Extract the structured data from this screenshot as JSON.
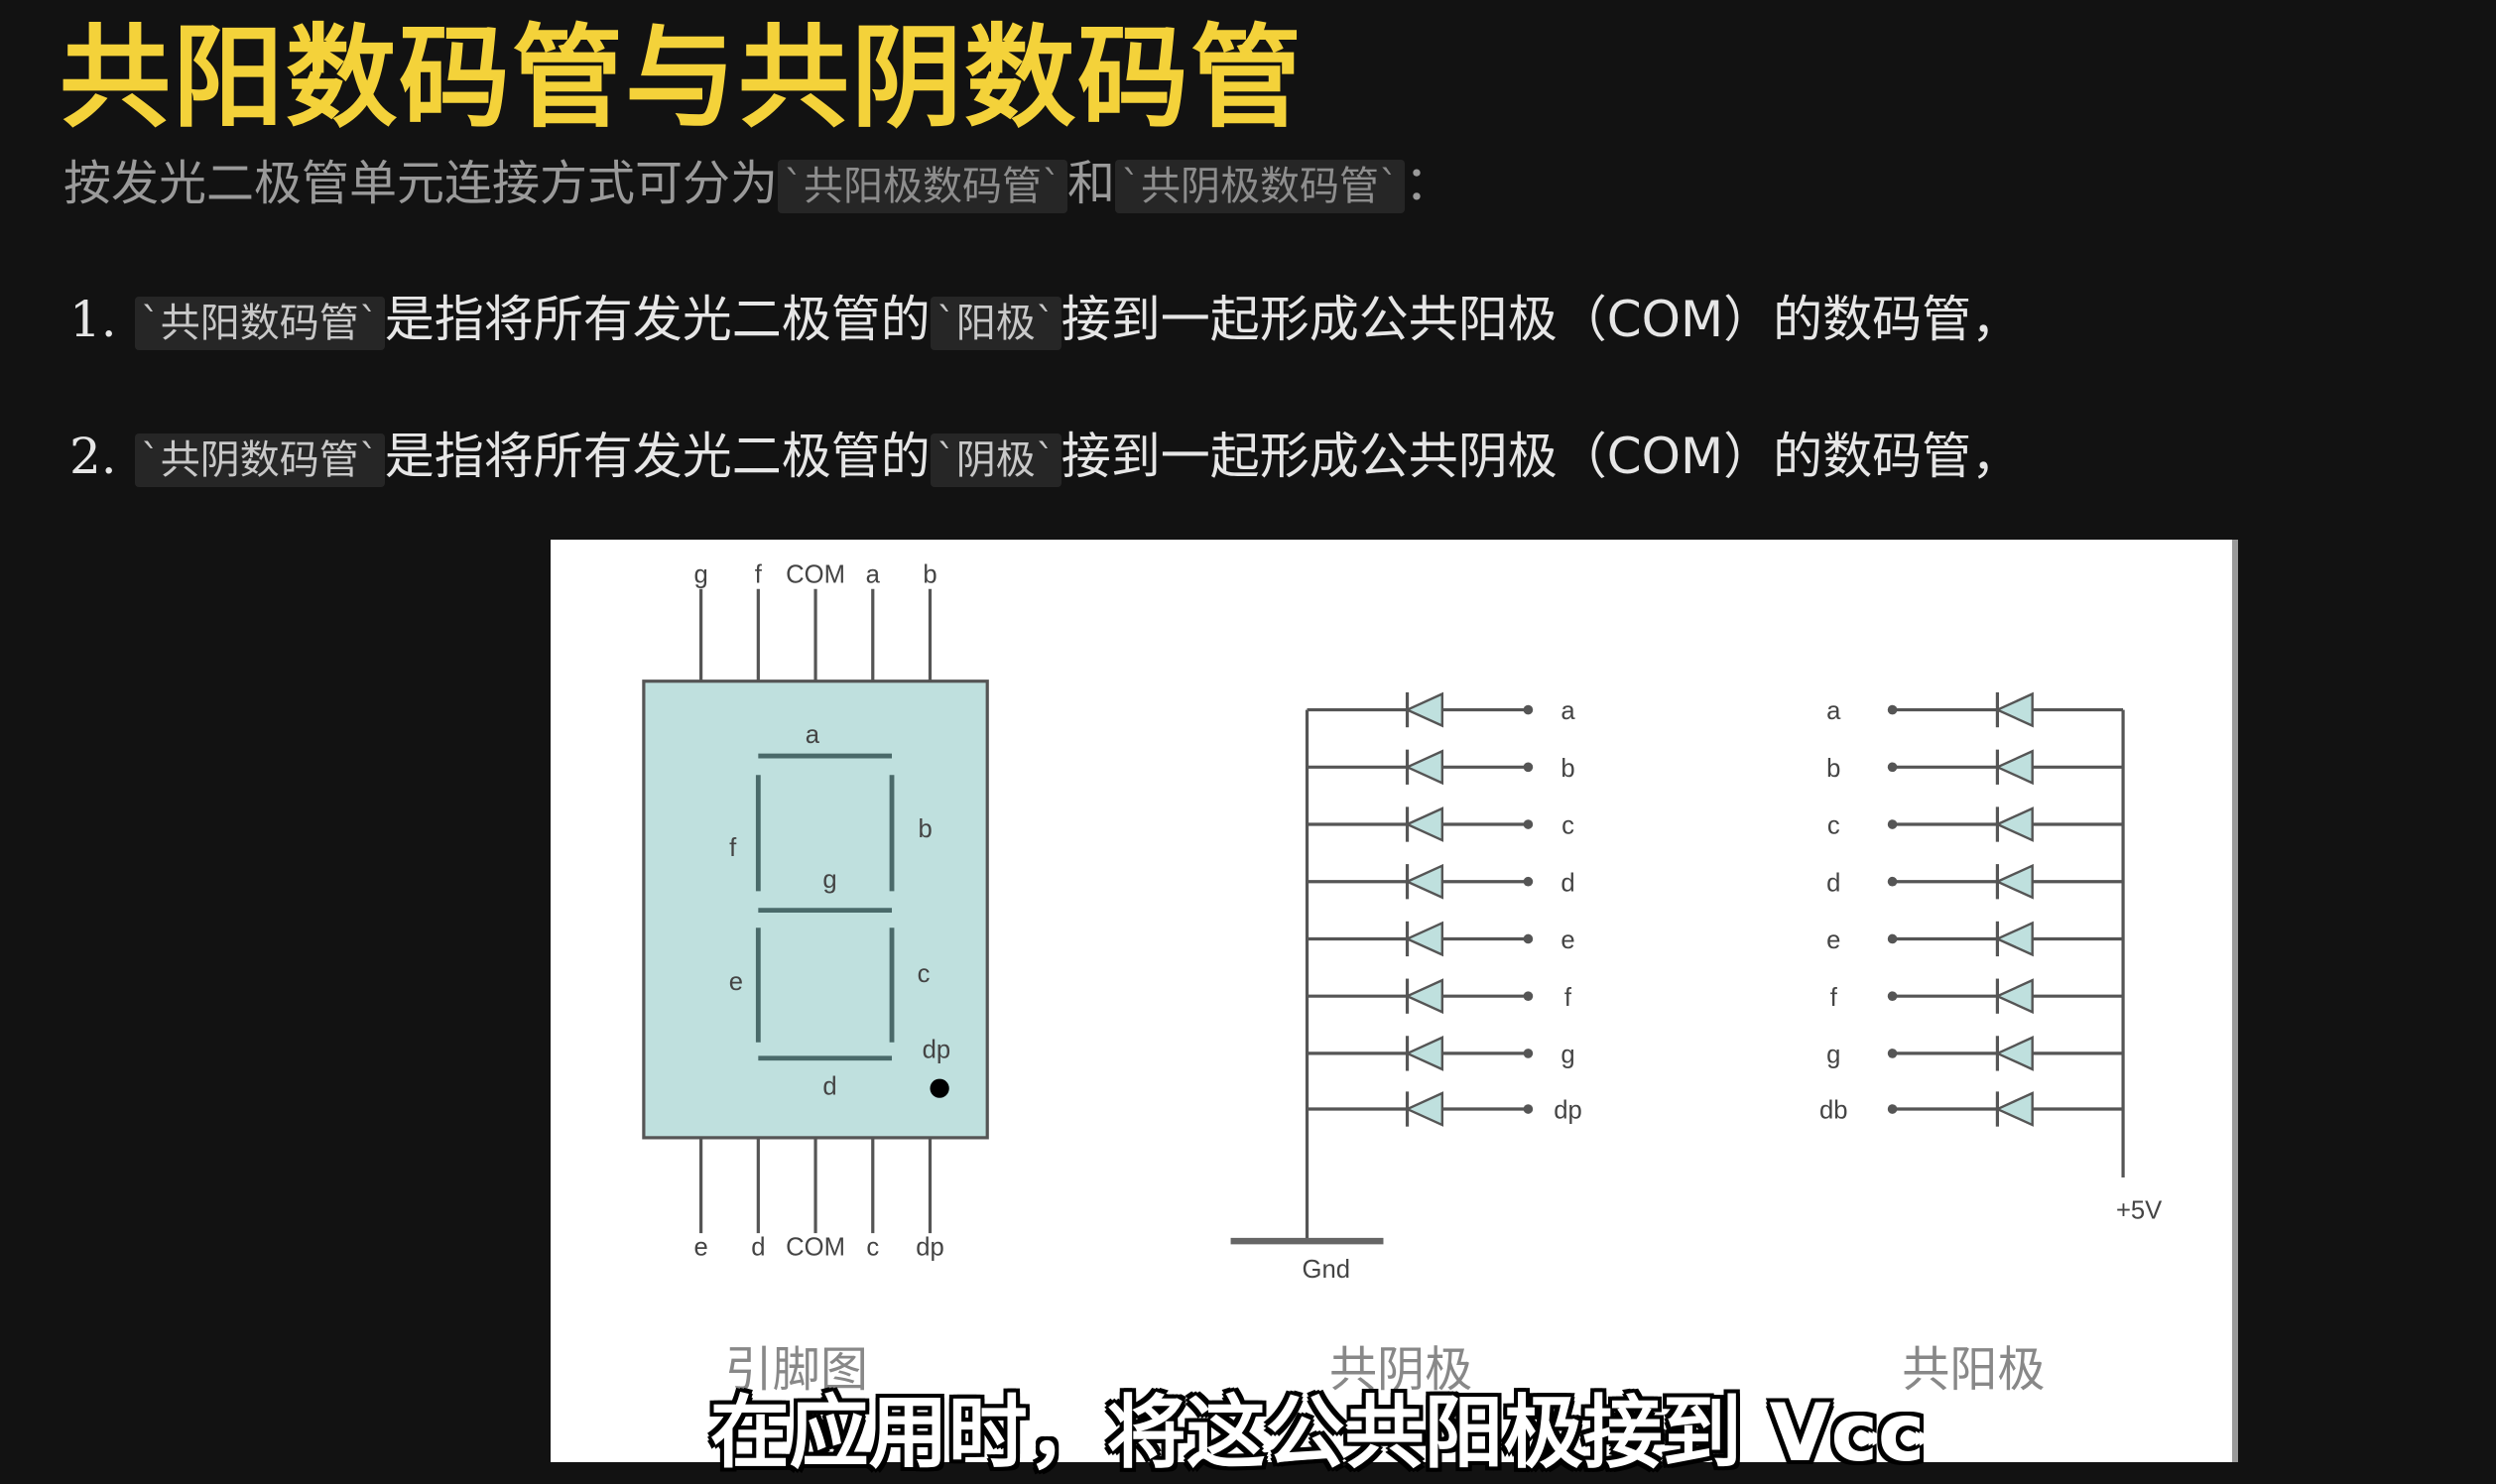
{
  "title": "共阳数码管与共阴数码管",
  "intro": {
    "text": "按发光二极管单元连接方式可分为",
    "code1": "`共阳极数码管`",
    "and": "和",
    "code2": "`共阴极数码管`",
    "end": "："
  },
  "list": [
    {
      "num": "1.",
      "code": "`共阳数码管`",
      "text1": "是指将所有发光二极管的",
      "code2": "`阳极`",
      "text2": "接到一起形成公共阳极（COM）的数码管，"
    },
    {
      "num": "2.",
      "code": "`共阴数码管`",
      "text1": "是指将所有发光二极管的",
      "code2": "`阴极`",
      "text2": "接到一起形成公共阴极（COM）的数码管，"
    }
  ],
  "figure": {
    "top_pins": [
      "g",
      "f",
      "COM",
      "a",
      "b"
    ],
    "bottom_pins": [
      "e",
      "d",
      "COM",
      "c",
      "dp"
    ],
    "segments": {
      "a": "a",
      "b": "b",
      "c": "c",
      "d": "d",
      "e": "e",
      "f": "f",
      "g": "g",
      "dp": "dp"
    },
    "cathode_labels": [
      "a",
      "b",
      "c",
      "d",
      "e",
      "f",
      "g",
      "dp"
    ],
    "anode_labels": [
      "a",
      "b",
      "c",
      "d",
      "e",
      "f",
      "g",
      "db"
    ],
    "gnd": "Gnd",
    "vcc": "+5V",
    "captions": [
      "引脚图",
      "共阴极",
      "共阳极"
    ],
    "display_color": "#bfe0de"
  },
  "subtitle": "在应用时，将这公共阳极接到 Vcc"
}
